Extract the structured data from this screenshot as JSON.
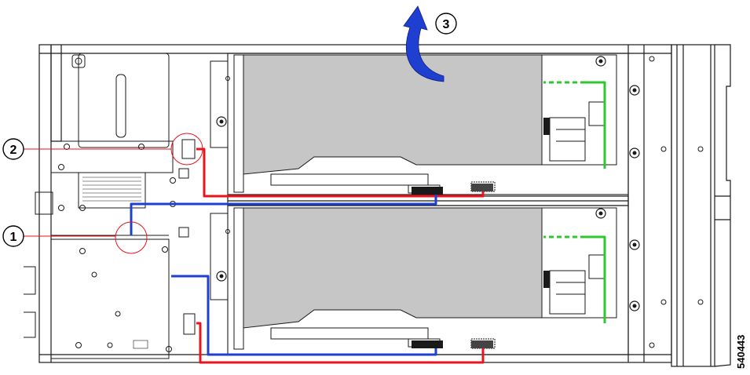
{
  "callouts": [
    {
      "id": "1",
      "label": "1"
    },
    {
      "id": "2",
      "label": "2"
    },
    {
      "id": "3",
      "label": "3"
    }
  ],
  "figure_id": "540443",
  "colors": {
    "chassis_line": "#1a1a1a",
    "card_fill": "#c6c6c6",
    "cable_red": "#e8141e",
    "cable_blue": "#1f3fd1",
    "cable_green": "#2ec82e",
    "callout_line": "#e8141e",
    "arrow_blue": "#1f3fd1"
  }
}
